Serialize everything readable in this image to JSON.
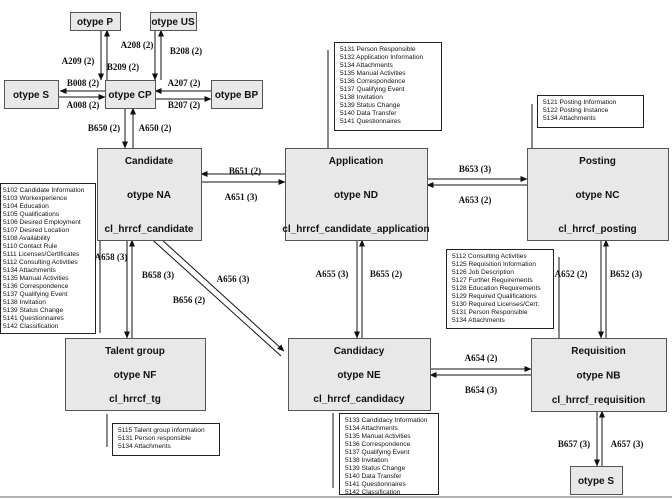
{
  "entities": {
    "otype_p": {
      "lines": [
        "otype P"
      ]
    },
    "otype_us": {
      "lines": [
        "otype US"
      ]
    },
    "otype_s_left": {
      "lines": [
        "otype S"
      ]
    },
    "otype_cp": {
      "lines": [
        "otype CP"
      ]
    },
    "otype_bp": {
      "lines": [
        "otype BP"
      ]
    },
    "candidate": {
      "lines": [
        "Candidate",
        "otype NA",
        "cl_hrrcf_candidate"
      ]
    },
    "application": {
      "lines": [
        "Application",
        "otype ND",
        "cl_hrrcf_candidate_application"
      ]
    },
    "posting": {
      "lines": [
        "Posting",
        "otype NC",
        "cl_hrrcf_posting"
      ]
    },
    "talent_group": {
      "lines": [
        "Talent group",
        "otype NF",
        "cl_hrrcf_tg"
      ]
    },
    "candidacy": {
      "lines": [
        "Candidacy",
        "otype NE",
        "cl_hrrcf_candidacy"
      ]
    },
    "requisition": {
      "lines": [
        "Requisition",
        "otype NB",
        "cl_hrrcf_requisition"
      ]
    },
    "otype_s_bottom": {
      "lines": [
        "otype S"
      ]
    }
  },
  "relations": {
    "a209": "A209 (2)",
    "b209": "B209 (2)",
    "a208": "A208 (2)",
    "b208": "B208 (2)",
    "b008": "B008 (2)",
    "a008": "A008 (2)",
    "a207": "A207 (2)",
    "b207": "B207 (2)",
    "b650": "B650 (2)",
    "a650": "A650 (2)",
    "b651": "B651 (2)",
    "a651": "A651 (3)",
    "b653": "B653 (3)",
    "a653": "A653 (2)",
    "a658": "A658 (3)",
    "b658": "B658 (3)",
    "a656": "A656 (3)",
    "b656": "B656 (2)",
    "a655": "A655 (3)",
    "b655": "B655 (2)",
    "a652": "A652 (2)",
    "b652": "B652 (3)",
    "a654": "A654 (2)",
    "b654": "B654 (3)",
    "b657": "B657 (3)",
    "a657": "A657 (3)"
  },
  "notes": {
    "candidate": [
      "5102 Candidate Information",
      "5103 Workexperience",
      "5104 Education",
      "5105 Qualifications",
      "5106 Desired Employment",
      "5107 Desired Location",
      "5108 Availability",
      "5110 Contact Rule",
      "5111 Licenses/Certificates",
      "5112 Consulting Activities",
      "5134 Attachments",
      "5135 Manual Activities",
      "5136 Correspondence",
      "5137 Qualifying Event",
      "5138 Invitation",
      "5139 Status Change",
      "5141 Questionnaires",
      "5142 Classification"
    ],
    "application": [
      "5131 Person Responsible",
      "5132 Application Information",
      "5134 Attachments",
      "5135 Manual Activities",
      "5136 Correspondence",
      "5137 Qualifying Event",
      "5138 Invitation",
      "5139 Status Change",
      "5140 Data Transfer",
      "5141 Questionnaires"
    ],
    "posting": [
      "5121 Posting Information",
      "5122 Posting Instance",
      "5134 Attachments"
    ],
    "requisition": [
      "5112 Consulting Activities",
      "5125 Requisition Information",
      "5126 Job Description",
      "5127 Further Requirements",
      "5128 Education Requirements",
      "5129 Required Qualifications",
      "5130 Required Licenses/Cert.",
      "5131 Person Responsible",
      "5134 Attachments"
    ],
    "talent_group": [
      "5115 Talent group information",
      "5131 Person responsible",
      "5134 Attachments"
    ],
    "candidacy": [
      "5133 Candidacy Information",
      "5134 Attachments",
      "5135 Manual Activities",
      "5136 Correspondence",
      "5137 Qualifying Event",
      "5138 Invitation",
      "5139 Status Change",
      "5140 Data Transfer",
      "5141 Questionnaires",
      "5142 Classification"
    ]
  }
}
